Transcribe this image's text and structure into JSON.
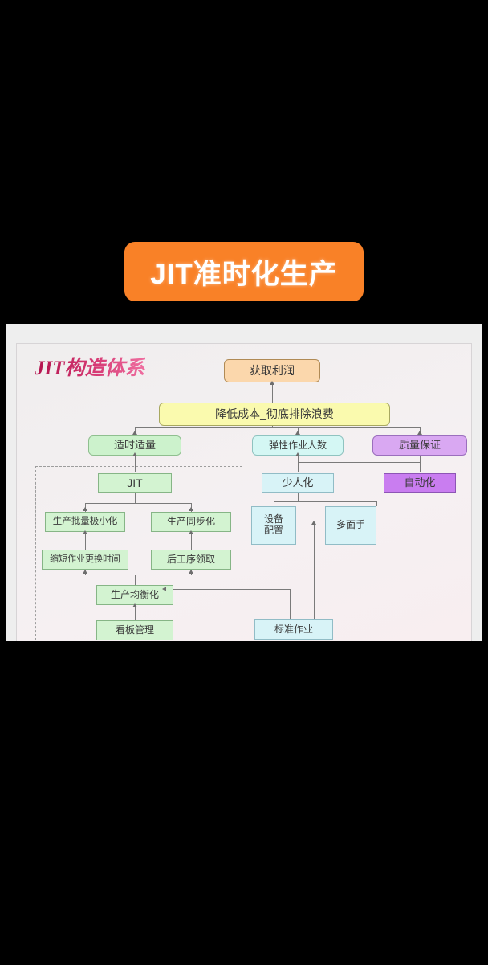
{
  "banner": {
    "title": "JIT准时化生产",
    "background_color": "#f98127",
    "text_color": "#ffffff"
  },
  "diagram": {
    "heading": "JIT构造体系",
    "heading_color": "#c2185b",
    "background_color": "#f2eff0",
    "nodes": {
      "profit": {
        "label": "获取利润",
        "color": "#fbd7ac"
      },
      "cost_reduction": {
        "label": "降低成本_彻底排除浪费",
        "color": "#fafaae"
      },
      "right_time_qty": {
        "label": "适时适量",
        "color": "#ccf2cc"
      },
      "flexible_manpower": {
        "label": "弹性作业人数",
        "color": "#d4f7f4"
      },
      "quality_assurance": {
        "label": "质量保证",
        "color": "#d9a8f2"
      },
      "jit": {
        "label": "JIT",
        "color": "#d3f3d1"
      },
      "fewer_people": {
        "label": "少人化",
        "color": "#d8f3f7"
      },
      "automation": {
        "label": "自动化",
        "color": "#c97df0"
      },
      "min_lot": {
        "label": "生产批量极小化",
        "color": "#d3f3d1"
      },
      "sync_production": {
        "label": "生产同步化",
        "color": "#d3f3d1"
      },
      "setup_reduction": {
        "label": "缩短作业更换时间",
        "color": "#d3f3d1"
      },
      "downstream_pull": {
        "label": "后工序领取",
        "color": "#d3f3d1"
      },
      "level_production": {
        "label": "生产均衡化",
        "color": "#d3f3d1"
      },
      "kanban": {
        "label": "看板管理",
        "color": "#d3f3d1"
      },
      "equipment_layout": {
        "label": "设备\n配置",
        "color": "#d8f3f7"
      },
      "multi_skilled": {
        "label": "多面手",
        "color": "#d8f3f7"
      },
      "standard_work": {
        "label": "标准作业",
        "color": "#d8f3f7"
      }
    }
  }
}
